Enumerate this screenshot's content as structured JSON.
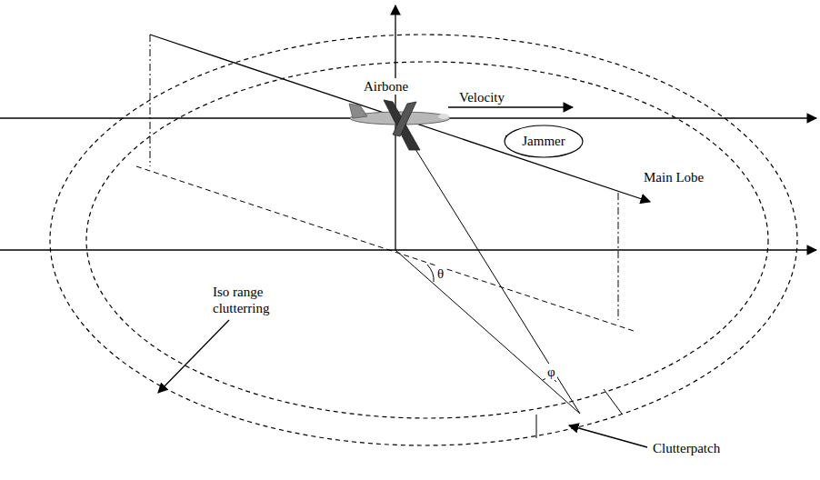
{
  "diagram": {
    "nodes": [
      {
        "text": [
          "Jammer"
        ]
      }
    ],
    "labels": [
      "Airbone",
      "Velocity",
      "Main Lobe",
      "θ",
      "φ",
      "Iso range clutterring",
      "Clutterpatch"
    ]
  }
}
